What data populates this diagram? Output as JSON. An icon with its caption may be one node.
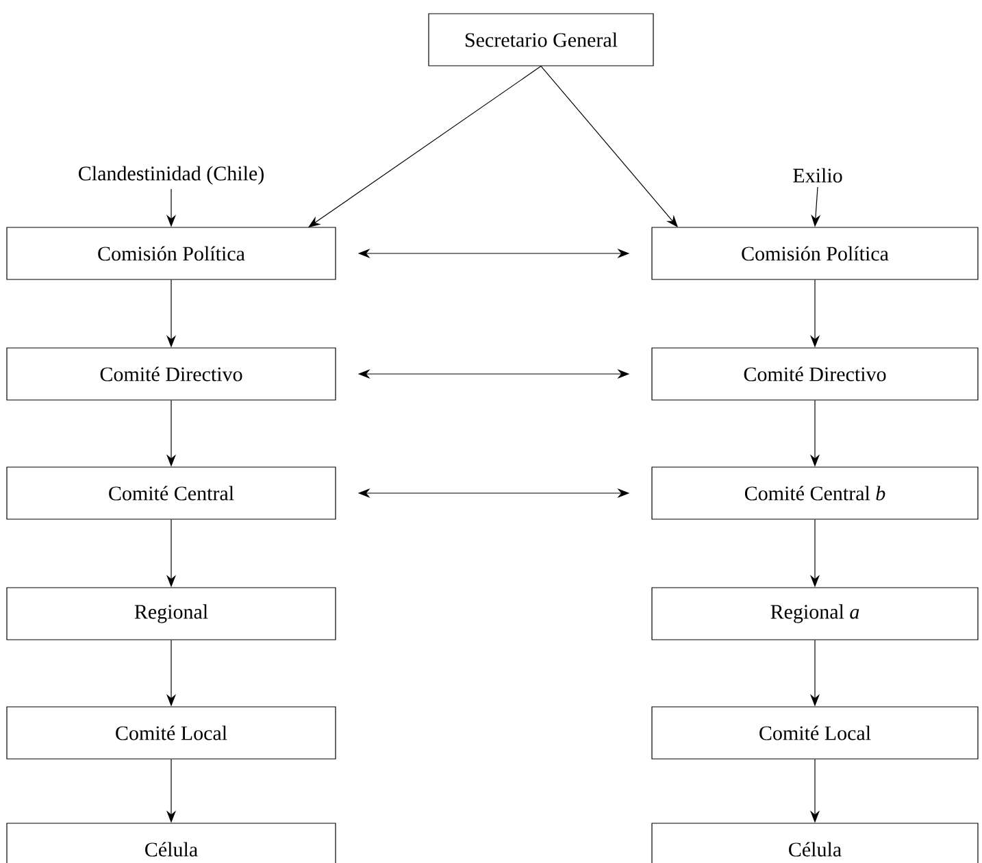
{
  "diagram": {
    "nodes": [
      {
        "text": [
          "Secretario General"
        ]
      },
      {
        "text": [
          "Clandestinidad (Chile)"
        ]
      },
      {
        "text": [
          "Exilio"
        ]
      },
      {
        "text": [
          "Comisión Política"
        ]
      },
      {
        "text": [
          "Comité Directivo"
        ]
      },
      {
        "text": [
          "Comité Central"
        ]
      },
      {
        "text": [
          "Regional"
        ]
      },
      {
        "text": [
          "Comité Local"
        ]
      },
      {
        "text": [
          "Célula"
        ]
      },
      {
        "text": [
          "Comisión Política"
        ]
      },
      {
        "text": [
          "Comité Directivo"
        ]
      },
      {
        "text": [
          "Comité Central *b*"
        ]
      },
      {
        "text": [
          "Regional *a*"
        ]
      },
      {
        "text": [
          "Comité Local"
        ]
      },
      {
        "text": [
          "Célula"
        ]
      }
    ],
    "edges": [
      {
        "from": 0,
        "to": 3,
        "arrow": "to"
      },
      {
        "from": 0,
        "to": 9,
        "arrow": "to"
      },
      {
        "from": 1,
        "to": 3,
        "arrow": "to"
      },
      {
        "from": 2,
        "to": 9,
        "arrow": "to"
      },
      {
        "from": 3,
        "to": 9,
        "arrow": "both"
      },
      {
        "from": 4,
        "to": 10,
        "arrow": "both"
      },
      {
        "from": 5,
        "to": 11,
        "arrow": "both"
      },
      {
        "from": 3,
        "to": 4,
        "arrow": "to"
      },
      {
        "from": 4,
        "to": 5,
        "arrow": "to"
      },
      {
        "from": 5,
        "to": 6,
        "arrow": "to"
      },
      {
        "from": 6,
        "to": 7,
        "arrow": "to"
      },
      {
        "from": 7,
        "to": 8,
        "arrow": "to"
      },
      {
        "from": 9,
        "to": 10,
        "arrow": "to"
      },
      {
        "from": 10,
        "to": 11,
        "arrow": "to"
      },
      {
        "from": 11,
        "to": 12,
        "arrow": "to"
      },
      {
        "from": 12,
        "to": 13,
        "arrow": "to"
      },
      {
        "from": 13,
        "to": 14,
        "arrow": "to"
      }
    ]
  }
}
